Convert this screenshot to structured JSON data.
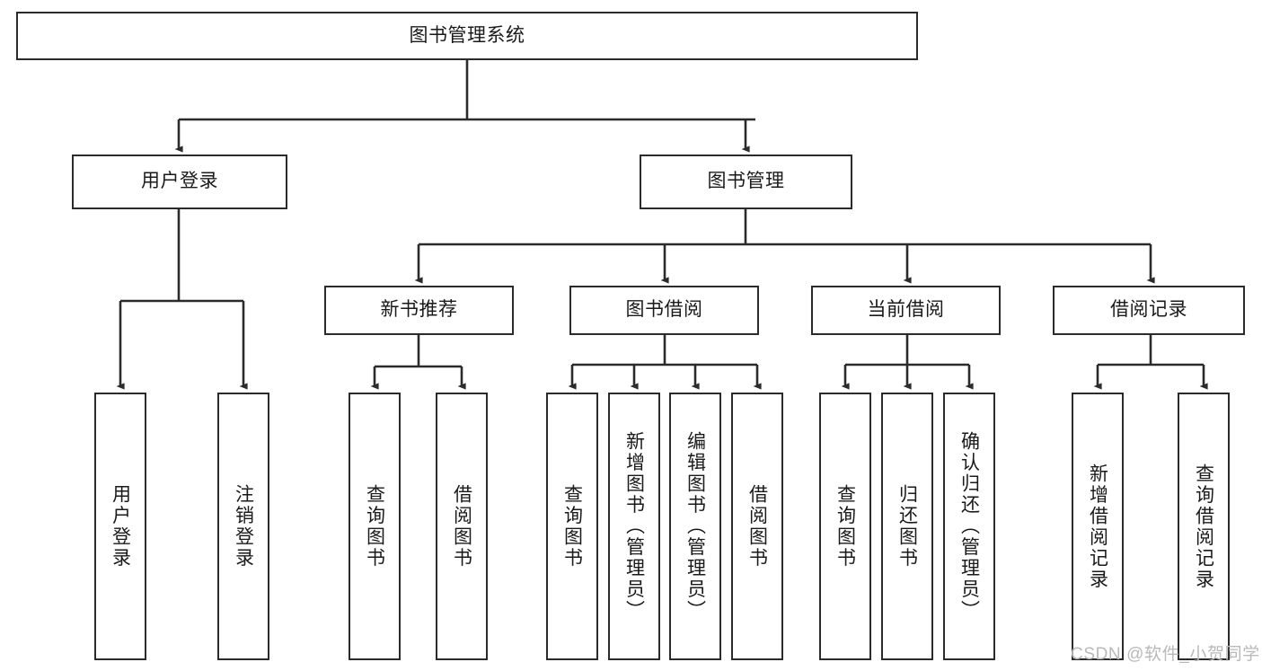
{
  "diagram": {
    "type": "tree",
    "title": "图书管理系统",
    "colors": {
      "stroke": "#2b2b2b",
      "fill": "#ffffff",
      "text": "#1a1a1a",
      "watermark": "#b9b9b9",
      "background": "#ffffff"
    },
    "levels": {
      "root": "图书管理系统",
      "level2": [
        "用户登录",
        "图书管理"
      ],
      "level3": [
        "新书推荐",
        "图书借阅",
        "当前借阅",
        "借阅记录"
      ]
    }
  },
  "nodes": {
    "root": {
      "label": "图书管理系统"
    },
    "user_login": {
      "label": "用户登录"
    },
    "book_manage": {
      "label": "图书管理"
    },
    "new_book_rec": {
      "label": "新书推荐"
    },
    "book_borrow": {
      "label": "图书借阅"
    },
    "current_borrow": {
      "label": "当前借阅"
    },
    "borrow_record": {
      "label": "借阅记录"
    },
    "leaf_user_login": {
      "label": "用户登录"
    },
    "leaf_user_logout": {
      "label": "注销登录"
    },
    "leaf_query_book_1": {
      "label": "查询图书"
    },
    "leaf_borrow_book_1": {
      "label": "借阅图书"
    },
    "leaf_query_book_2": {
      "label": "查询图书"
    },
    "leaf_add_book_admin": {
      "label": "新增图书（管理员）"
    },
    "leaf_edit_book_admin": {
      "label": "编辑图书（管理员）"
    },
    "leaf_borrow_book_2": {
      "label": "借阅图书"
    },
    "leaf_query_book_3": {
      "label": "查询图书"
    },
    "leaf_return_book": {
      "label": "归还图书"
    },
    "leaf_confirm_return_admin": {
      "label": "确认归还（管理员）"
    },
    "leaf_add_borrow_record": {
      "label": "新增借阅记录"
    },
    "leaf_query_borrow_record": {
      "label": "查询借阅记录"
    }
  },
  "edges": [
    {
      "from": "root",
      "to": "user_login"
    },
    {
      "from": "root",
      "to": "book_manage"
    },
    {
      "from": "user_login",
      "to": "leaf_user_login"
    },
    {
      "from": "user_login",
      "to": "leaf_user_logout"
    },
    {
      "from": "book_manage",
      "to": "new_book_rec"
    },
    {
      "from": "book_manage",
      "to": "book_borrow"
    },
    {
      "from": "book_manage",
      "to": "current_borrow"
    },
    {
      "from": "book_manage",
      "to": "borrow_record"
    },
    {
      "from": "new_book_rec",
      "to": "leaf_query_book_1"
    },
    {
      "from": "new_book_rec",
      "to": "leaf_borrow_book_1"
    },
    {
      "from": "book_borrow",
      "to": "leaf_query_book_2"
    },
    {
      "from": "book_borrow",
      "to": "leaf_add_book_admin"
    },
    {
      "from": "book_borrow",
      "to": "leaf_edit_book_admin"
    },
    {
      "from": "book_borrow",
      "to": "leaf_borrow_book_2"
    },
    {
      "from": "current_borrow",
      "to": "leaf_query_book_3"
    },
    {
      "from": "current_borrow",
      "to": "leaf_return_book"
    },
    {
      "from": "current_borrow",
      "to": "leaf_confirm_return_admin"
    },
    {
      "from": "borrow_record",
      "to": "leaf_add_borrow_record"
    },
    {
      "from": "borrow_record",
      "to": "leaf_query_borrow_record"
    }
  ],
  "watermark": {
    "text": "CSDN @软件_小贺同学"
  }
}
